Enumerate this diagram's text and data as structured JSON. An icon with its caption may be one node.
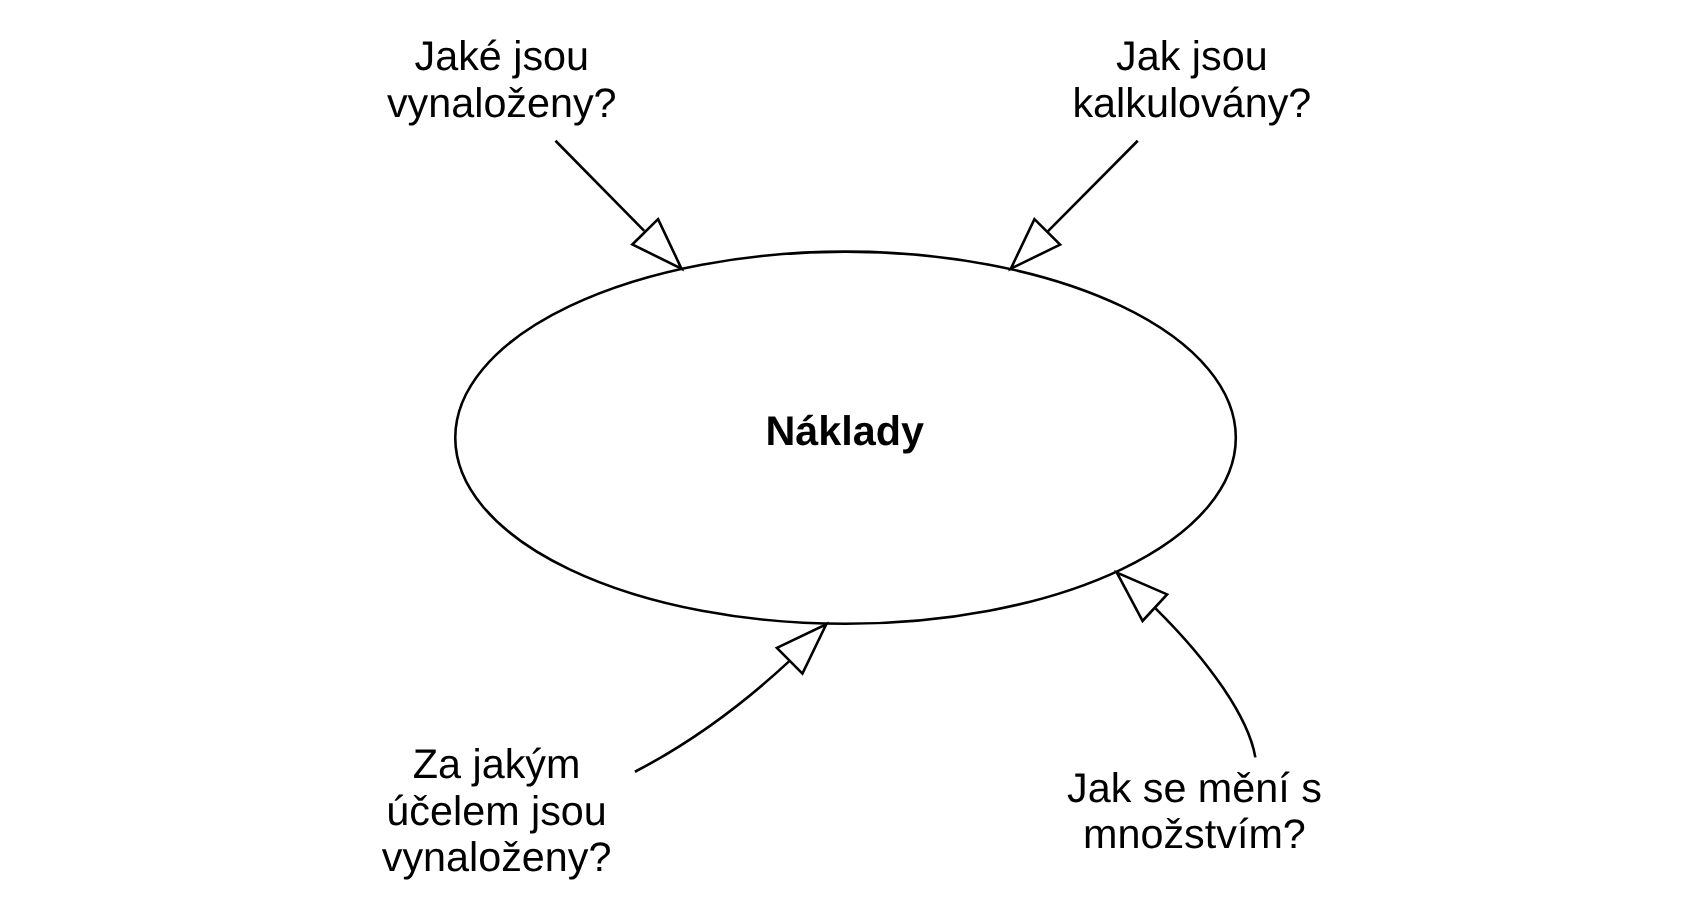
{
  "diagram": {
    "nodes": [
      {
        "text": [
          "Jaké jsou vynaloženy?"
        ]
      },
      {
        "text": [
          "Jak jsou kalkulovány?"
        ]
      },
      {
        "text": [
          "Náklady"
        ]
      },
      {
        "text": [
          "Za jakým účelem jsou vynaloženy?"
        ]
      },
      {
        "text": [
          "Jak se mění s množstvím?"
        ]
      }
    ],
    "edges": [
      {
        "from": 0,
        "to": 2,
        "arrow": "to"
      },
      {
        "from": 1,
        "to": 2,
        "arrow": "to"
      },
      {
        "from": 3,
        "to": 2,
        "arrow": "to"
      },
      {
        "from": 4,
        "to": 2,
        "arrow": "to"
      }
    ]
  }
}
